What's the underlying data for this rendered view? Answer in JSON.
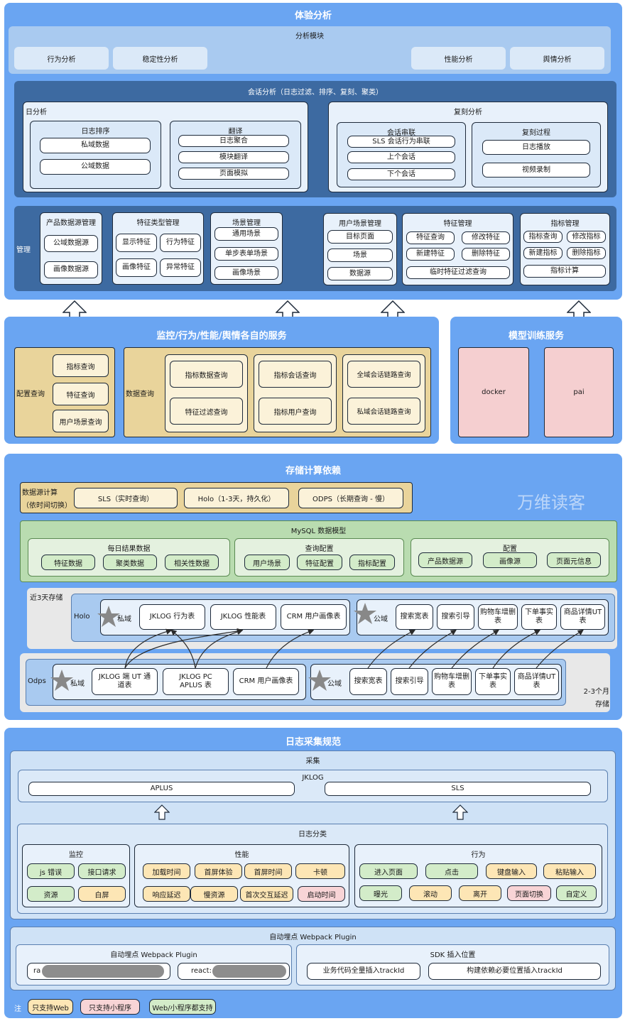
{
  "exp": {
    "title": "体验分析",
    "module": {
      "title": "分析模块",
      "items": [
        "行为分析",
        "稳定性分析",
        "性能分析",
        "舆情分析"
      ]
    },
    "session": {
      "title": "会话分析（日志过滤、排序、复刻、聚类）",
      "log": {
        "title": "日分析",
        "sort": {
          "title": "日志排序",
          "items": [
            "私域数据",
            "公域数据"
          ]
        },
        "translate": {
          "title": "翻译",
          "items": [
            "日志聚合",
            "模块翻译",
            "页面模拟"
          ]
        }
      },
      "replay": {
        "title": "复刻分析",
        "chain": {
          "title": "会话串联",
          "items": [
            "SLS 会话行为串联",
            "上个会话",
            "下个会话"
          ]
        },
        "process": {
          "title": "复刻过程",
          "items": [
            "日志播放",
            "视频录制"
          ]
        }
      }
    },
    "mgmt": {
      "title": "管理",
      "product": {
        "title": "产品数据源管理",
        "items": [
          "公域数据源",
          "画像数据源"
        ]
      },
      "feature_type": {
        "title": "特征类型管理",
        "items": [
          "显示特征",
          "行为特征",
          "画像特征",
          "异常特征"
        ]
      },
      "scene": {
        "title": "场景管理",
        "items": [
          "通用场景",
          "单步表单场景",
          "画像场景"
        ]
      },
      "user_scene": {
        "title": "用户场景管理",
        "items": [
          "目标页面",
          "场景",
          "数据源"
        ]
      },
      "feature": {
        "title": "特征管理",
        "items": [
          "特征查询",
          "修改特征",
          "新建特征",
          "删除特征",
          "临时特征过滤查询"
        ]
      },
      "metric": {
        "title": "指标管理",
        "items": [
          "指标查询",
          "修改指标",
          "新建指标",
          "删除指标",
          "指标计算"
        ]
      }
    }
  },
  "service": {
    "title": "监控/行为/性能/舆情各自的服务",
    "config": {
      "title": "配置查询",
      "items": [
        "指标查询",
        "特征查询",
        "用户场景查询"
      ]
    },
    "data": {
      "title": "数据查询",
      "items": [
        "指标数据查询",
        "特征过滤查询",
        "指标会话查询",
        "指标用户查询",
        "全域会话链路查询",
        "私域会话链路查询"
      ]
    }
  },
  "model": {
    "title": "模型训练服务",
    "items": [
      "docker",
      "pai"
    ]
  },
  "storage": {
    "title": "存储计算依赖",
    "watermark": "万维读客",
    "source": {
      "title": "数据源计算",
      "subtitle": "（依时间切换）",
      "items": [
        "SLS（实时查询）",
        "Holo（1-3天，持久化）",
        "ODPS（长期查询 - 慢）"
      ]
    },
    "mysql": {
      "title": "MySQL 数据模型",
      "daily": {
        "title": "每日结果数据",
        "items": [
          "特征数据",
          "聚类数据",
          "相关性数据"
        ]
      },
      "query": {
        "title": "查询配置",
        "items": [
          "用户场景",
          "特征配置",
          "指标配置"
        ]
      },
      "config": {
        "title": "配置",
        "items": [
          "产品数据源",
          "画像源",
          "页面元信息"
        ]
      }
    },
    "recent": {
      "title": "近3天存储",
      "holo": "Holo",
      "private": "私域",
      "public": "公域",
      "holo_private": [
        "JKLOG 行为表",
        "JKLOG 性能表",
        "CRM 用户画像表"
      ],
      "holo_public": [
        "搜索宽表",
        "搜索引导",
        "购物车增删表",
        "下单事实表",
        "商品详情UT表"
      ]
    },
    "odps": {
      "title": "Odps",
      "private": "私域",
      "public": "公域",
      "note": "2-3个月存储",
      "odps_private": [
        "JKLOG 端 UT 通道表",
        "JKLOG PC APLUS 表",
        "CRM 用户画像表"
      ],
      "odps_public": [
        "搜索宽表",
        "搜索引导",
        "购物车增删表",
        "下单事实表",
        "商品详情UT表"
      ]
    }
  },
  "logs": {
    "title": "日志采集规范",
    "collect": {
      "title": "采集",
      "jklog": "JKLOG",
      "items": [
        "APLUS",
        "SLS"
      ]
    },
    "classify": {
      "title": "日志分类",
      "monitor": {
        "title": "监控",
        "items": [
          "js 错误",
          "接口请求",
          "资源",
          "白屏"
        ]
      },
      "perf": {
        "title": "性能",
        "items": [
          "加载时间",
          "首屏体验",
          "首屏时间",
          "卡顿",
          "响应延迟",
          "慢资源",
          "首次交互延迟",
          "启动时间"
        ]
      },
      "behavior": {
        "title": "行为",
        "items": [
          "进入页面",
          "点击",
          "键盘输入",
          "粘贴输入",
          "曝光",
          "滚动",
          "离开",
          "页面切换",
          "自定义"
        ]
      }
    },
    "plugin": {
      "title": "自动埋点 Webpack Plugin",
      "left": {
        "title": "自动埋点 Webpack Plugin",
        "items": [
          "ra",
          "react:"
        ]
      },
      "right": {
        "title": "SDK 插入位置",
        "items": [
          "业务代码全量插入trackId",
          "构建依赖必要位置插入trackId"
        ]
      }
    }
  },
  "legend": {
    "title": "注",
    "items": [
      "只支持Web",
      "只支持小程序",
      "Web/小程序都支持"
    ]
  },
  "colors": {
    "section": "#6aa5f2",
    "web": "#fde6b5",
    "mini": "#f8d4d6",
    "both": "#d3ecc9"
  }
}
